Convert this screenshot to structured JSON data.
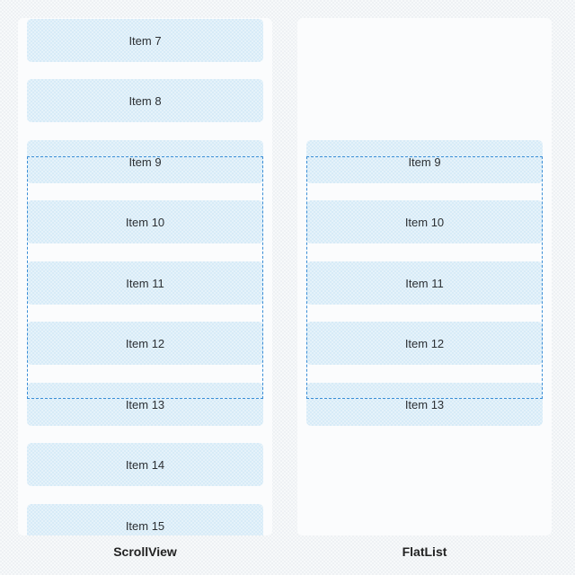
{
  "scrollview": {
    "caption": "ScrollView",
    "items": [
      "Item 7",
      "Item 8",
      "Item 9",
      "Item 10",
      "Item 11",
      "Item 12",
      "Item 13",
      "Item 14",
      "Item 15"
    ]
  },
  "flatlist": {
    "caption": "FlatList",
    "items": [
      "Item 9",
      "Item 10",
      "Item 11",
      "Item 12",
      "Item 13"
    ]
  },
  "colors": {
    "item_background": "#d7ebf7",
    "viewport_border": "#3b8ed6",
    "panel_background": "#fbfcfd"
  }
}
